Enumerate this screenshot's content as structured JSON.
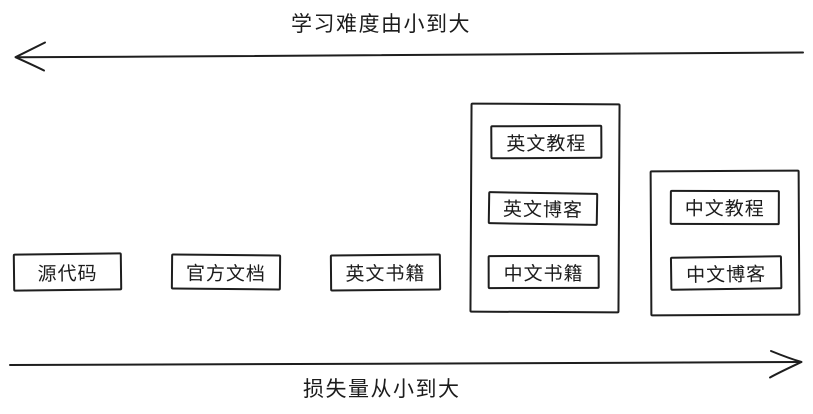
{
  "colors": {
    "stroke": "#1e1e1e",
    "text": "#1c1c1c",
    "background": "#ffffff"
  },
  "top_axis": {
    "label": "学习难度由小到大",
    "direction": "left"
  },
  "bottom_axis": {
    "label": "损失量从小到大",
    "direction": "right"
  },
  "nodes": [
    {
      "label": "源代码"
    },
    {
      "label": "官方文档"
    },
    {
      "label": "英文书籍"
    }
  ],
  "groups": [
    {
      "items": [
        {
          "label": "英文教程"
        },
        {
          "label": "英文博客"
        },
        {
          "label": "中文书籍"
        }
      ]
    },
    {
      "items": [
        {
          "label": "中文教程"
        },
        {
          "label": "中文博客"
        }
      ]
    }
  ]
}
